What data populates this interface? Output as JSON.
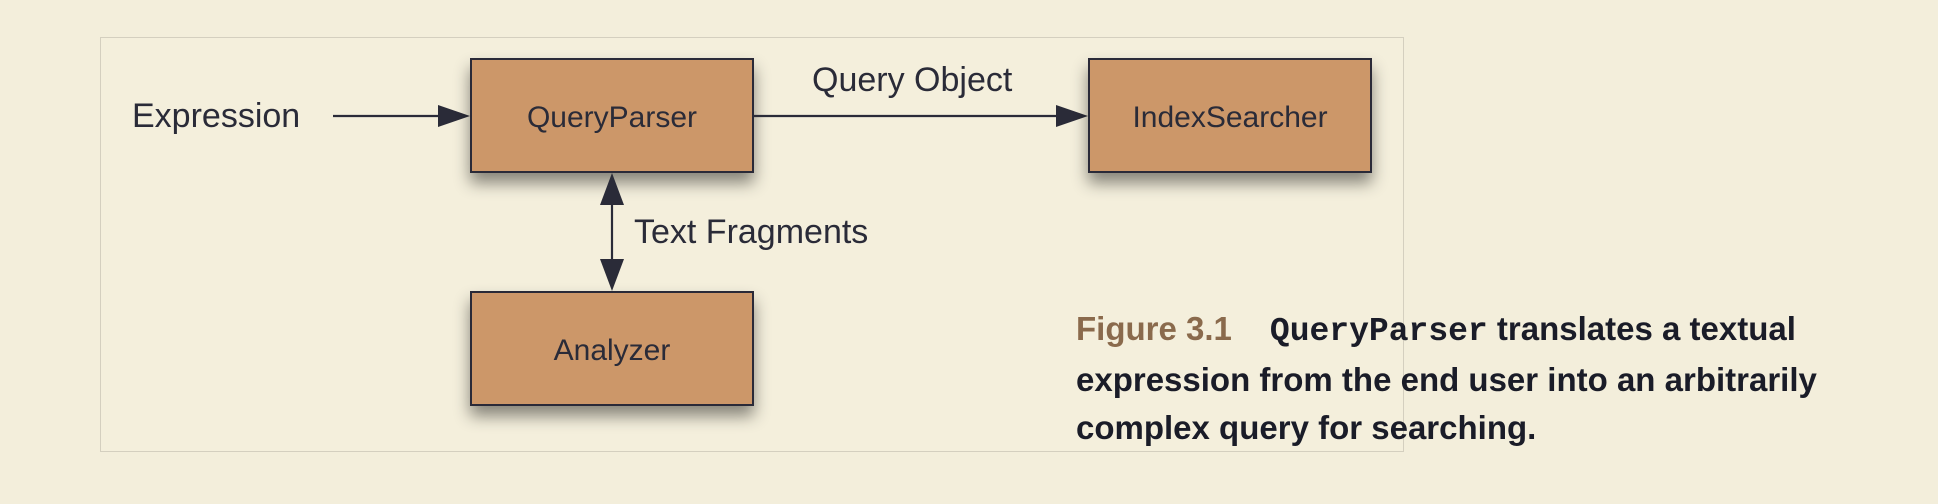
{
  "diagram": {
    "nodes": {
      "query_parser": "QueryParser",
      "index_searcher": "IndexSearcher",
      "analyzer": "Analyzer"
    },
    "labels": {
      "expression": "Expression",
      "query_object": "Query Object",
      "text_fragments": "Text Fragments"
    },
    "colors": {
      "node_fill": "#cc9769",
      "stroke": "#2a2b38",
      "background": "#f3eedb"
    }
  },
  "caption": {
    "figure_number": "Figure 3.1",
    "code_term": "QueryParser",
    "text": " translates a textual expression from the end user into an arbitrarily complex query for searching."
  }
}
